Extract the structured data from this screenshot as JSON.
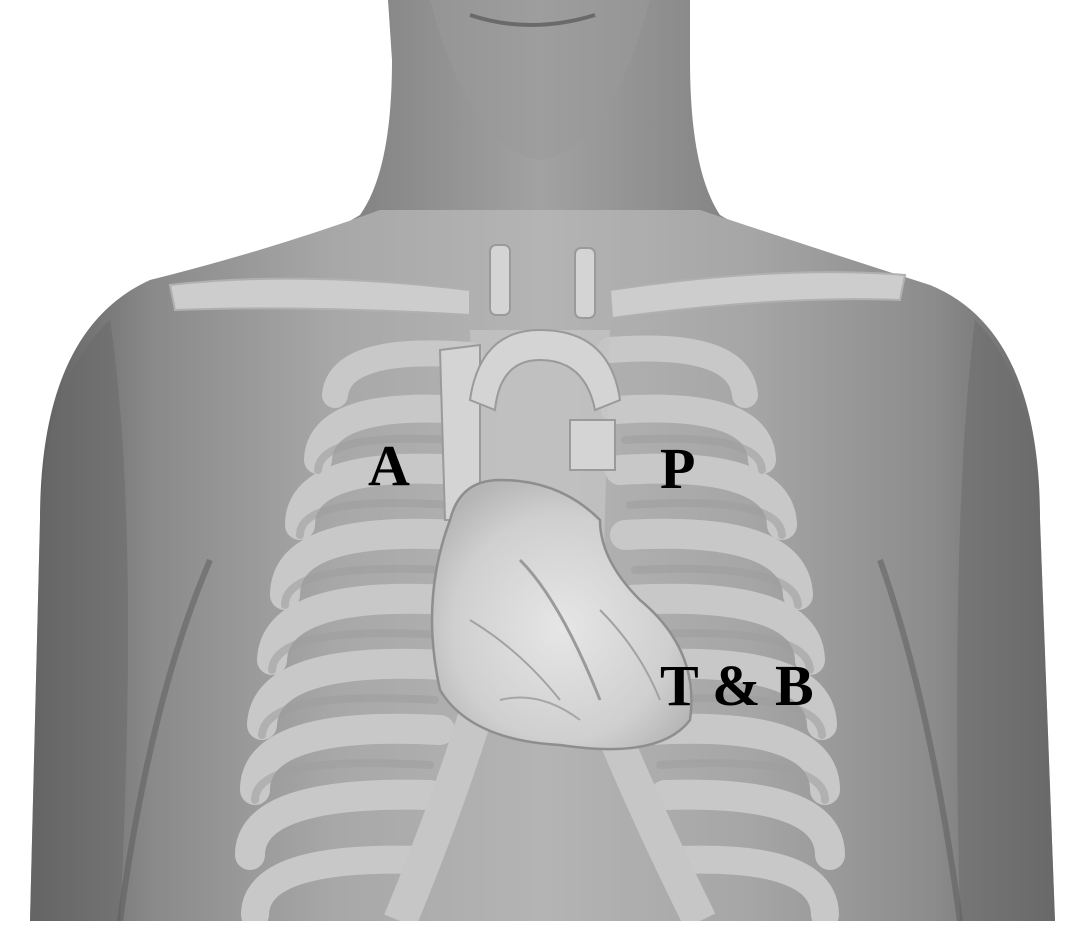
{
  "labels": {
    "aortic": "A",
    "pulmonic": "P",
    "tricuspid_bicuspid": "T & B"
  },
  "colors": {
    "skin_light": "#c9c9c9",
    "skin_mid": "#9c9c9c",
    "skin_dark": "#6e6e6e",
    "bone": "#d2d2d2",
    "bone_shadow": "#a8a8a8",
    "heart": "#d6d6d6",
    "label": "#000000"
  }
}
